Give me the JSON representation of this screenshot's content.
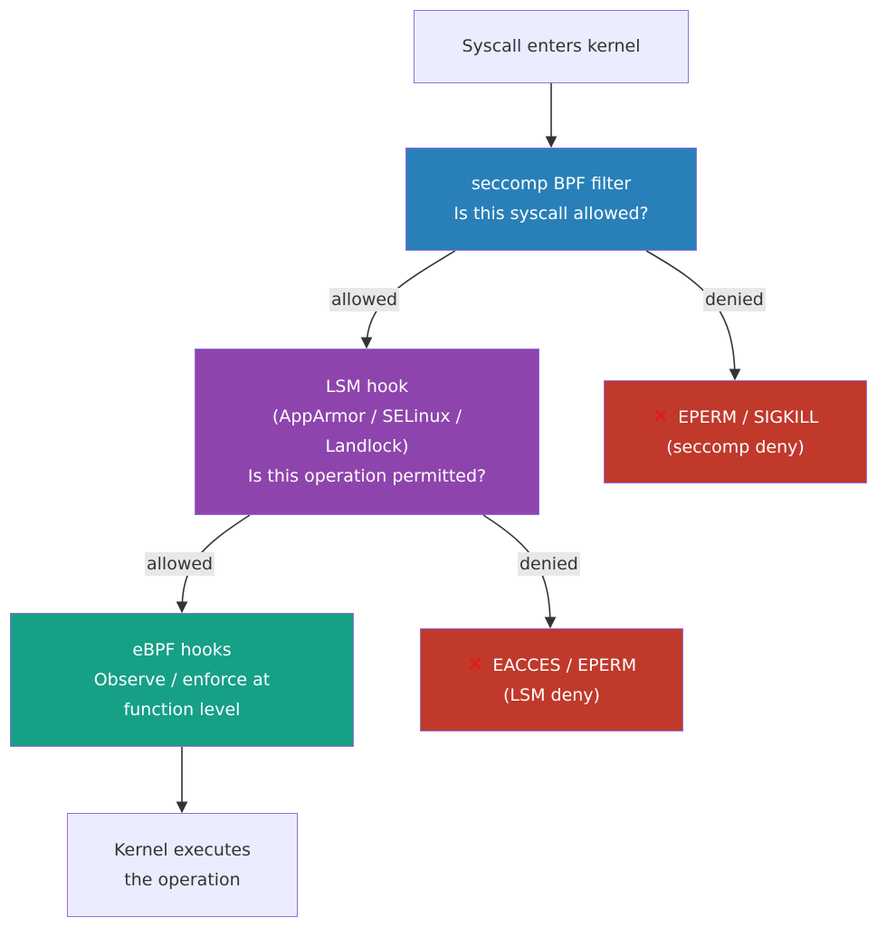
{
  "nodes": {
    "syscall": {
      "lines": [
        "Syscall enters kernel"
      ]
    },
    "seccomp": {
      "lines": [
        "seccomp BPF filter",
        "Is this syscall allowed?"
      ]
    },
    "lsm": {
      "lines": [
        "LSM hook",
        "(AppArmor / SELinux /",
        "Landlock)",
        "Is this operation permitted?"
      ]
    },
    "seccomp_deny": {
      "icon": "✕",
      "lines": [
        "EPERM / SIGKILL",
        "(seccomp deny)"
      ]
    },
    "ebpf": {
      "lines": [
        "eBPF hooks",
        "Observe / enforce at",
        "function level"
      ]
    },
    "lsm_deny": {
      "icon": "✕",
      "lines": [
        "EACCES / EPERM",
        "(LSM deny)"
      ]
    },
    "execute": {
      "lines": [
        "Kernel executes",
        "the operation"
      ]
    }
  },
  "edges": {
    "seccomp_allowed": "allowed",
    "seccomp_denied": "denied",
    "lsm_allowed": "allowed",
    "lsm_denied": "denied"
  },
  "colors": {
    "default_fill": "#ececff",
    "seccomp_fill": "#2980b9",
    "lsm_fill": "#8e44ad",
    "deny_fill": "#c0392b",
    "ebpf_fill": "#16a085",
    "node_border": "#9370db",
    "deny_icon": "#e81818"
  }
}
